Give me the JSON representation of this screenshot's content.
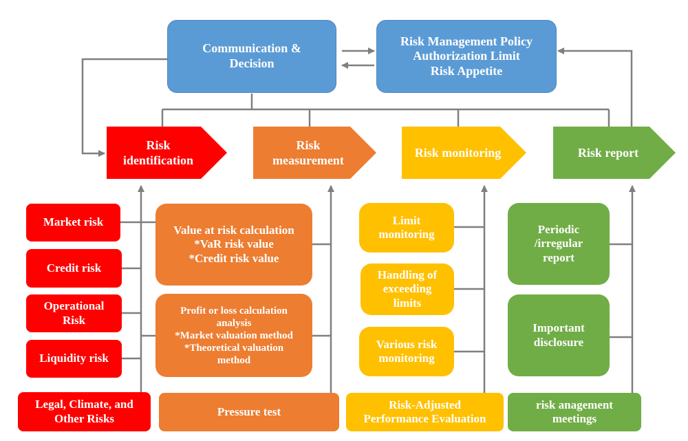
{
  "top": {
    "communication": "Communication &\nDecision",
    "policy": "Risk Management Policy\nAuthorization Limit\nRisk Appetite"
  },
  "stages": {
    "identification": "Risk\nidentification",
    "measurement": "Risk\nmeasurement",
    "monitoring": "Risk monitoring",
    "report": "Risk report"
  },
  "identification_items": {
    "market": "Market risk",
    "credit": "Credit risk",
    "operational": "Operational\nRisk",
    "liquidity": "Liquidity risk",
    "legal": "Legal, Climate, and\nOther Risks"
  },
  "measurement_items": {
    "var": "Value at risk calculation\n*VaR risk value\n*Credit risk value",
    "pnl": "Profit or loss calculation\nanalysis\n*Market valuation method\n*Theoretical valuation\nmethod",
    "pressure": "Pressure test"
  },
  "monitoring_items": {
    "limit": "Limit\nmonitoring",
    "exceeding": "Handling of\nexceeding\nlimits",
    "various": "Various risk\nmonitoring",
    "rape": "Risk-Adjusted\nPerformance Evaluation"
  },
  "report_items": {
    "periodic": "Periodic\n/irregular\nreport",
    "disclosure": "Important\ndisclosure",
    "meetings": "risk anagement\nmeetings"
  },
  "colors": {
    "blue": "#5b9bd5",
    "red": "#ff0000",
    "orange": "#ed7d31",
    "yellow": "#ffc000",
    "green": "#70ad47",
    "connector": "#7f7f7f"
  }
}
